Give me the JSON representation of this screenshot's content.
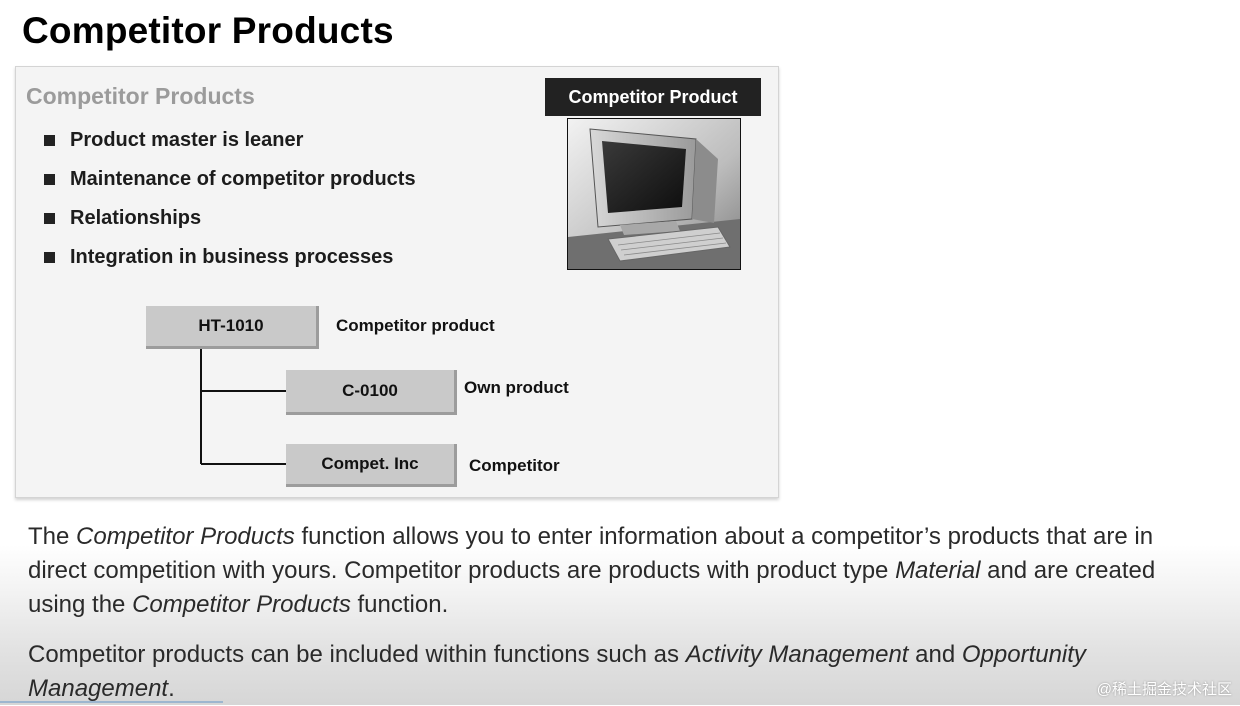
{
  "page": {
    "title": "Competitor Products"
  },
  "slide": {
    "heading": "Competitor Products",
    "bullets": [
      "Product master is leaner",
      "Maintenance of competitor products",
      "Relationships",
      "Integration in business processes"
    ],
    "image_caption": "Competitor Product",
    "diagram": {
      "nodes": [
        {
          "id": "HT-1010",
          "label": "Competitor product"
        },
        {
          "id": "C-0100",
          "label": "Own product"
        },
        {
          "id": "Compet. Inc",
          "label": "Competitor"
        }
      ]
    }
  },
  "body": {
    "p1": {
      "t1": "The ",
      "i1": "Competitor Products",
      "t2": " function allows you to enter information about a competitor’s products that are in direct competition with yours. Competitor products are products with product type ",
      "i2": "Material",
      "t3": " and are created using the ",
      "i3": "Competitor Products",
      "t4": " function."
    },
    "p2": {
      "t1": "Competitor products can be included within functions such as ",
      "i1": "Activity Management",
      "t2": " and ",
      "i2": "Opportunity Management",
      "t3": "."
    }
  },
  "watermark": "@稀土掘金技术社区"
}
